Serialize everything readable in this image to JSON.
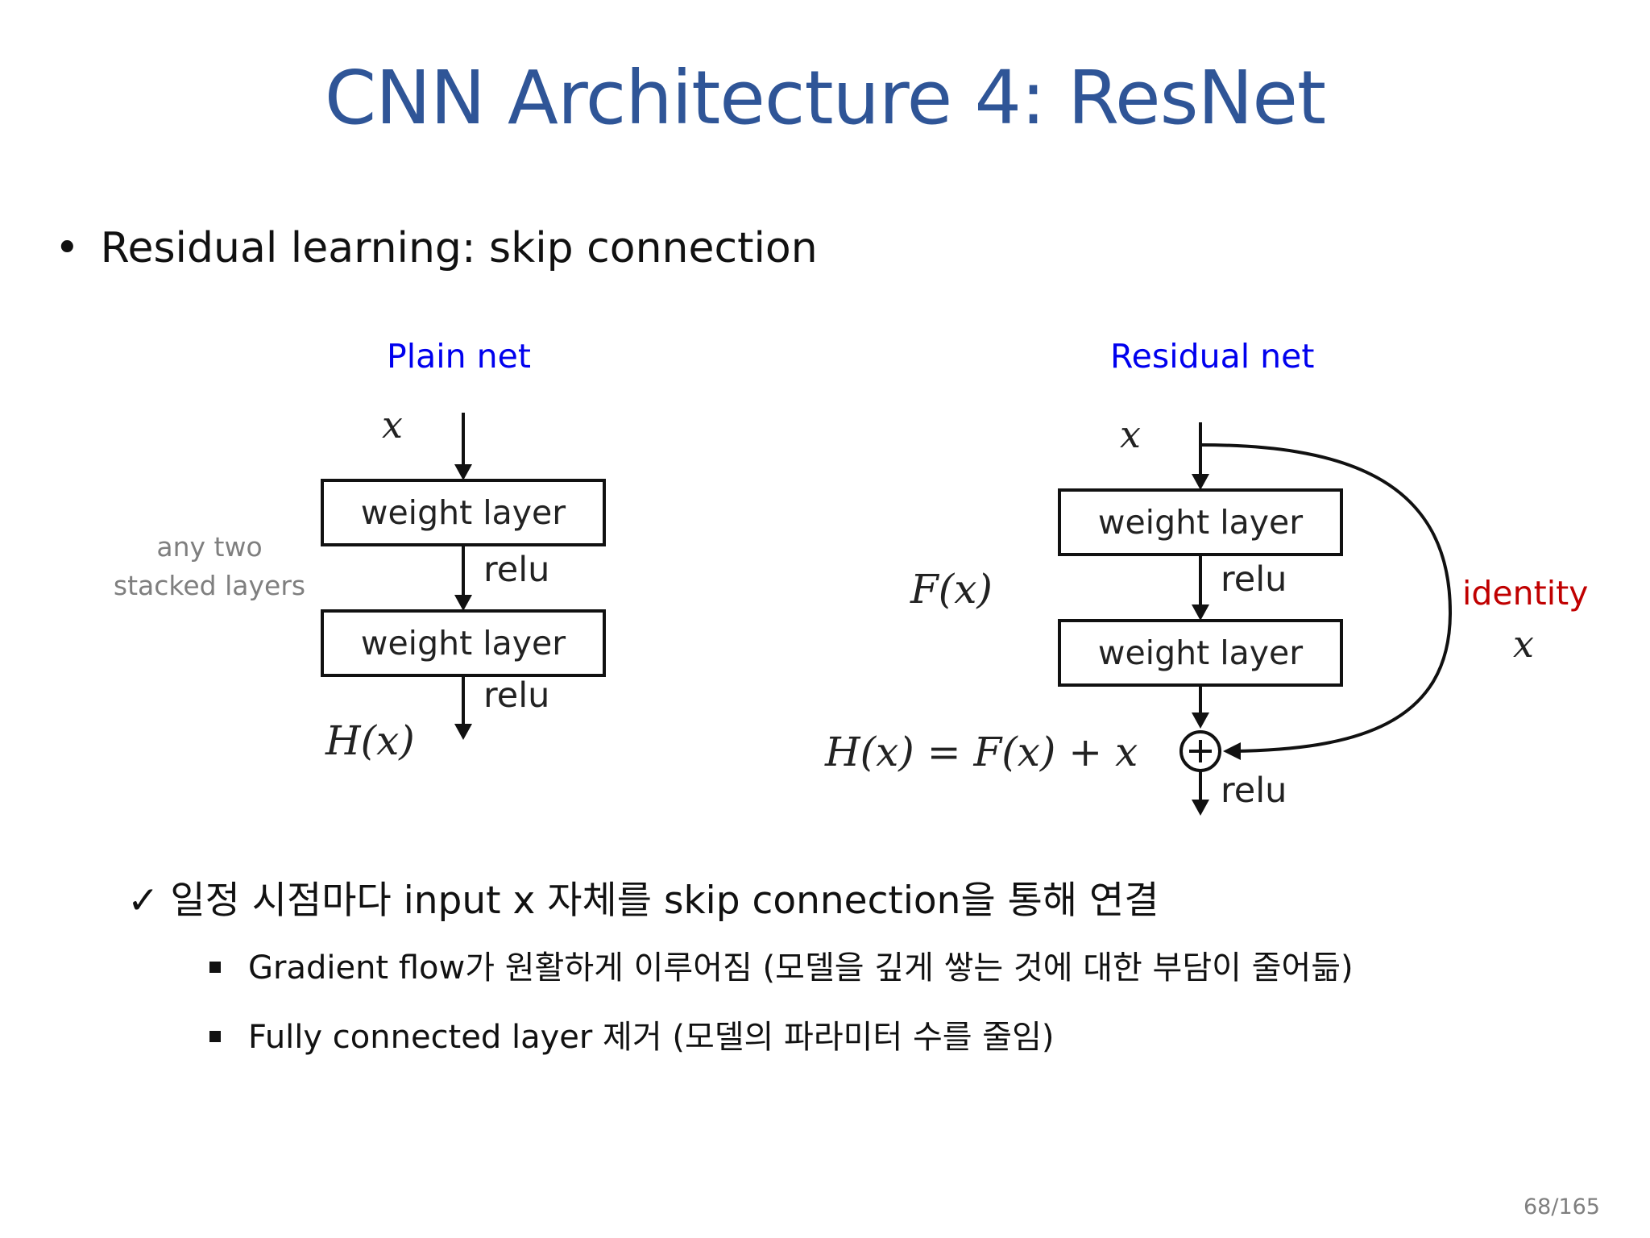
{
  "slide": {
    "title": "CNN Architecture 4: ResNet",
    "bullet_symbol": "•",
    "bullet_text": "Residual learning: skip connection",
    "page_number": "68/165"
  },
  "plain_net": {
    "title": "Plain net",
    "input_label": "x",
    "layer1_label": "weight layer",
    "relu1_label": "relu",
    "layer2_label": "weight layer",
    "relu2_label": "relu",
    "output_label": "H(x)",
    "note_line1": "any two",
    "note_line2": "stacked layers"
  },
  "residual_net": {
    "title": "Residual net",
    "input_label": "x",
    "fx_label": "F(x)",
    "layer1_label": "weight layer",
    "relu1_label": "relu",
    "layer2_label": "weight layer",
    "sum_symbol": "+",
    "equation": "H(x) = F(x) + x",
    "relu_out_label": "relu",
    "identity_label": "identity",
    "identity_x": "x"
  },
  "notes": {
    "check_symbol": "✓",
    "check_text": "일정 시점마다 input x 자체를 skip connection을 통해 연결",
    "sub_bullets": [
      "Gradient flow가 원활하게 이루어짐 (모델을 깊게 쌓는 것에 대한 부담이 줄어듦)",
      "Fully connected layer 제거 (모델의 파라미터 수를 줄임)"
    ]
  },
  "colors": {
    "title": "#2f5597",
    "net_titles": "#0000ee",
    "identity": "#c00000",
    "muted": "#7f7f7f"
  }
}
